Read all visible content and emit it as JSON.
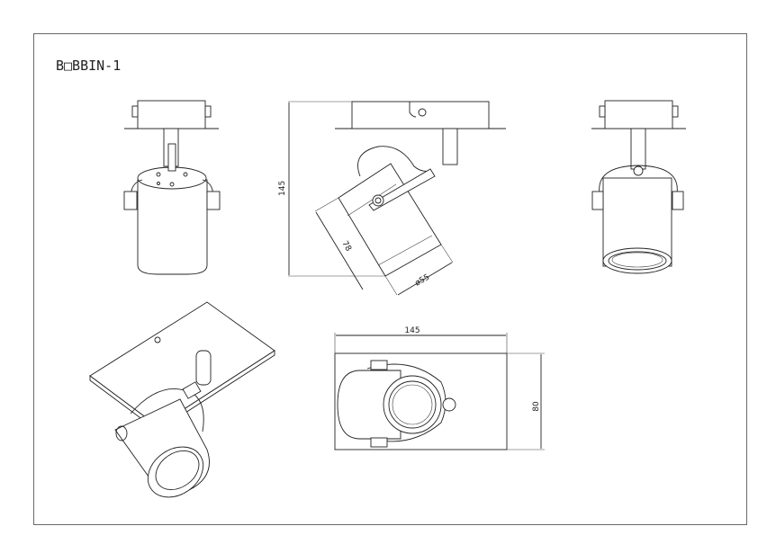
{
  "title": "B□BBIN-1",
  "dimensions": {
    "side_height": "145",
    "side_length": "78",
    "side_diameter": "ø55",
    "top_width": "145",
    "top_depth": "80"
  }
}
